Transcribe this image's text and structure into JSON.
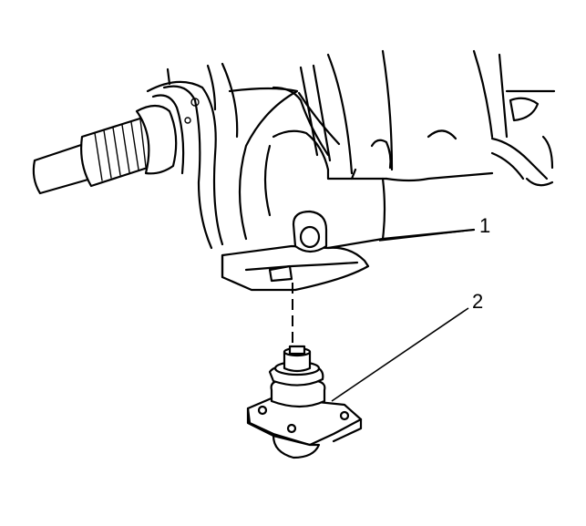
{
  "callouts": [
    {
      "number": "1",
      "label": "1"
    },
    {
      "number": "2",
      "label": "2"
    }
  ],
  "colors": {
    "line": "#000000",
    "background": "#ffffff"
  }
}
